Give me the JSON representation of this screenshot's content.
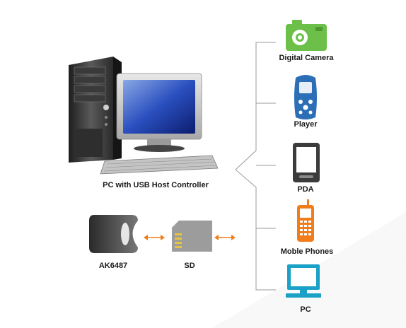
{
  "host": {
    "label": "PC with USB Host Controller"
  },
  "reader": {
    "label": "AK6487"
  },
  "card": {
    "label": "SD"
  },
  "devices": [
    {
      "id": "digital-camera",
      "label": "Digital Camera",
      "icon": "camera-icon",
      "color": "#6cc04a"
    },
    {
      "id": "player",
      "label": "Player",
      "icon": "media-player-icon",
      "color": "#2c6fb7"
    },
    {
      "id": "pda",
      "label": "PDA",
      "icon": "pda-icon",
      "color": "#3b3b3b"
    },
    {
      "id": "mobile-phones",
      "label": "Moble Phones",
      "icon": "mobile-phone-icon",
      "color": "#f07d1a"
    },
    {
      "id": "pc",
      "label": "PC",
      "icon": "pc-monitor-icon",
      "color": "#1ba1c8"
    }
  ],
  "colors": {
    "arrow": "#f07d1a",
    "connector": "#9a9a9a"
  }
}
